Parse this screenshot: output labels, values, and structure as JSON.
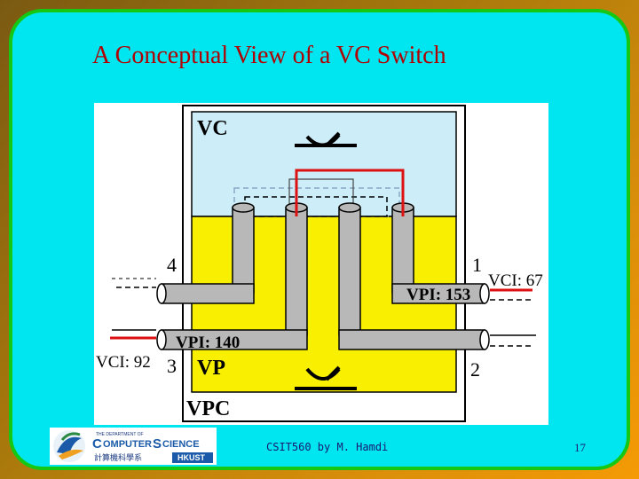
{
  "slide": {
    "title": "A Conceptual View of a VC Switch",
    "footer": "CSIT560 by M. Hamdi",
    "page_number": "17"
  },
  "diagram": {
    "vc_label": "VC",
    "vp_label": "VP",
    "vpc_label": "VPC",
    "port_4": "4",
    "port_1": "1",
    "port_3": "3",
    "port_2": "2",
    "vci_in": "VCI: 92",
    "vci_out": "VCI: 67",
    "vpi_in": "VPI: 140",
    "vpi_out": "VPI: 153"
  },
  "logo": {
    "line1": "THE DEPARTMENT OF",
    "word1": "OMPUTER",
    "word2": "CIENCE",
    "chinese": "計算機科學系",
    "hkust": "HKUST"
  },
  "colors": {
    "slide_bg": "#00e6f0",
    "slide_border": "#14c814",
    "title": "#b00000",
    "vc_region": "#cdeef8",
    "vp_region": "#f8f000",
    "pipe": "#b8b8b8",
    "red_path": "#dd1111"
  }
}
